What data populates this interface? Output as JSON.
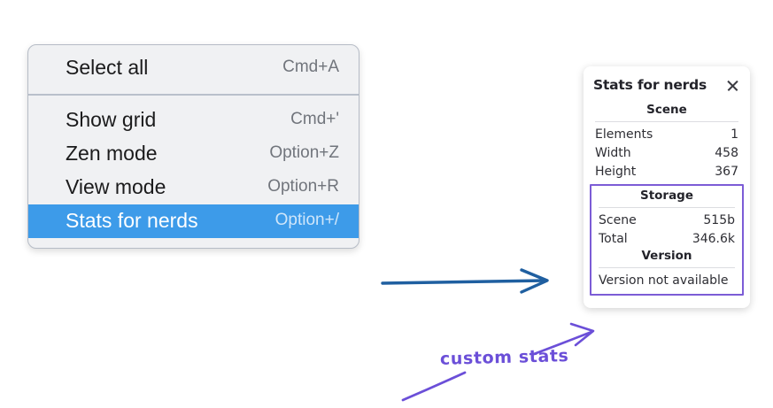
{
  "context_menu": {
    "groups": [
      {
        "items": [
          {
            "label": "Select all",
            "shortcut": "Cmd+A",
            "selected": false
          }
        ]
      },
      {
        "items": [
          {
            "label": "Show grid",
            "shortcut": "Cmd+'",
            "selected": false
          },
          {
            "label": "Zen mode",
            "shortcut": "Option+Z",
            "selected": false
          },
          {
            "label": "View mode",
            "shortcut": "Option+R",
            "selected": false
          },
          {
            "label": "Stats for nerds",
            "shortcut": "Option+/",
            "selected": true
          }
        ]
      }
    ],
    "highlight_color": "#3d9be9"
  },
  "stats_panel": {
    "title": "Stats for nerds",
    "close_icon": "close-icon",
    "scene": {
      "heading": "Scene",
      "rows": [
        {
          "label": "Elements",
          "value": "1"
        },
        {
          "label": "Width",
          "value": "458"
        },
        {
          "label": "Height",
          "value": "367"
        }
      ]
    },
    "storage": {
      "heading": "Storage",
      "rows": [
        {
          "label": "Scene",
          "value": "515b"
        },
        {
          "label": "Total",
          "value": "346.6k"
        }
      ]
    },
    "version": {
      "heading": "Version",
      "text": "Version not available"
    },
    "highlight_border_color": "#7c5cd6"
  },
  "annotations": {
    "blue_arrow_color": "#1f5fa0",
    "purple_color": "#6b4fd8",
    "custom_stats_label": "custom stats"
  }
}
